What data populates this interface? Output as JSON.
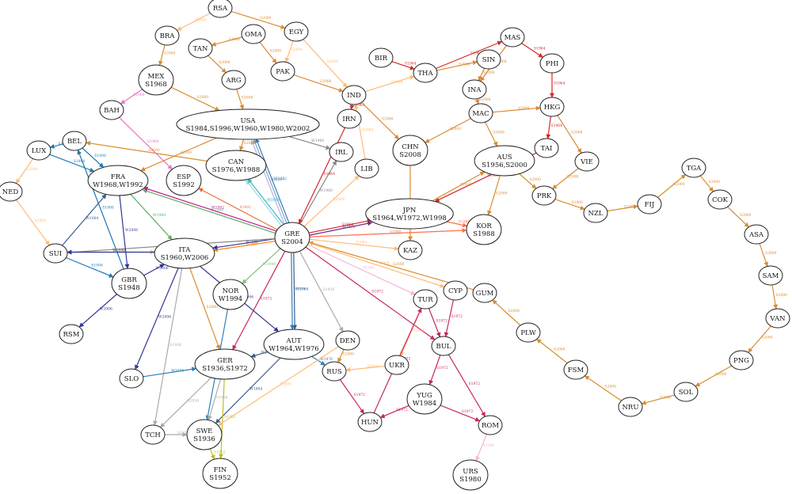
{
  "colors": {
    "S1896": "#bbbbbb",
    "S1904": "#999999",
    "S1908": "#1f77b4",
    "S1912": "#888888",
    "S1920": "#aec7e8",
    "S1924": "#2ca02c",
    "S1928": "#9467bd",
    "S1932": "#8c564b",
    "S1936": "#aaaaaa",
    "S1948": "#17becf",
    "S1952": "#bcbd22",
    "S1956": "#ff9896",
    "S1960": "#ff7f0e",
    "S1964": "#d62728",
    "S1968": "#e377c2",
    "S1972": "#c7285c",
    "S1976": "#9edae5",
    "S1980": "#f7b6d2",
    "S1984": "#c49c94",
    "S1988": "#ff6d4d",
    "S1992": "#e5733b",
    "S1996": "#c5b0d5",
    "S2000": "#d98c2e",
    "S2004": "#ffbb78",
    "S2008": "#dd8833",
    "W1924": "#2166ac",
    "W1928": "#4393c3",
    "W1948": "#5e3c99",
    "W1956": "#1b7837",
    "W1964": "#3b5b8c",
    "W1968": "#5aae61",
    "W1972": "#762a83",
    "W1976": "#2c7fb8",
    "W1980": "#6baed6",
    "W1984": "#253494",
    "W1988": "#41b6c4",
    "W1992": "#c51b8a",
    "W1994": "#7fbf7b",
    "W1998": "#4d9221",
    "W2002": "#4575b4",
    "W2006": "#313695",
    "W2010": "#74add1",
    "default": "#888888"
  },
  "nodes": [
    {
      "id": "GRE",
      "lines": [
        "GRE",
        "S2004"
      ]
    },
    {
      "id": "USA",
      "lines": [
        "USA",
        "S1984,S1996,W1960,W1980,W2002"
      ]
    },
    {
      "id": "FRA",
      "lines": [
        "FRA",
        "W1968,W1992"
      ]
    },
    {
      "id": "ITA",
      "lines": [
        "ITA",
        "S1960,W2006"
      ]
    },
    {
      "id": "CAN",
      "lines": [
        "CAN",
        "S1976,W1988"
      ]
    },
    {
      "id": "ESP",
      "lines": [
        "ESP",
        "S1992"
      ]
    },
    {
      "id": "JPN",
      "lines": [
        "JPN",
        "S1964,W1972,W1998"
      ]
    },
    {
      "id": "AUS",
      "lines": [
        "AUS",
        "S1956,S2000"
      ]
    },
    {
      "id": "KOR",
      "lines": [
        "KOR",
        "S1988"
      ]
    },
    {
      "id": "CHN",
      "lines": [
        "CHN",
        "S2008"
      ]
    },
    {
      "id": "MEX",
      "lines": [
        "MEX",
        "S1968"
      ]
    },
    {
      "id": "GBR",
      "lines": [
        "GBR",
        "S1948"
      ]
    },
    {
      "id": "NOR",
      "lines": [
        "NOR",
        "W1994"
      ]
    },
    {
      "id": "AUT",
      "lines": [
        "AUT",
        "W1964,W1976"
      ]
    },
    {
      "id": "GER",
      "lines": [
        "GER",
        "S1936,S1972"
      ]
    },
    {
      "id": "SWE",
      "lines": [
        "SWE",
        "S1936"
      ]
    },
    {
      "id": "FIN",
      "lines": [
        "FIN",
        "S1952"
      ]
    },
    {
      "id": "YUG",
      "lines": [
        "YUG",
        "W1984"
      ]
    },
    {
      "id": "URS",
      "lines": [
        "URS",
        "S1980"
      ]
    },
    {
      "id": "RSA",
      "lines": [
        "RSA"
      ]
    },
    {
      "id": "BRA",
      "lines": [
        "BRA"
      ]
    },
    {
      "id": "EGY",
      "lines": [
        "EGY"
      ]
    },
    {
      "id": "OMA",
      "lines": [
        "OMA"
      ]
    },
    {
      "id": "TAN",
      "lines": [
        "TAN"
      ]
    },
    {
      "id": "PAK",
      "lines": [
        "PAK"
      ]
    },
    {
      "id": "ARG",
      "lines": [
        "ARG"
      ]
    },
    {
      "id": "BAH",
      "lines": [
        "BAH"
      ]
    },
    {
      "id": "IND",
      "lines": [
        "IND"
      ]
    },
    {
      "id": "BIR",
      "lines": [
        "BIR"
      ]
    },
    {
      "id": "THA",
      "lines": [
        "THA"
      ]
    },
    {
      "id": "MAS",
      "lines": [
        "MAS"
      ]
    },
    {
      "id": "PHI",
      "lines": [
        "PHI"
      ]
    },
    {
      "id": "SIN",
      "lines": [
        "SIN"
      ]
    },
    {
      "id": "INA",
      "lines": [
        "INA"
      ]
    },
    {
      "id": "HKG",
      "lines": [
        "HKG"
      ]
    },
    {
      "id": "MAC",
      "lines": [
        "MAC"
      ]
    },
    {
      "id": "TAI",
      "lines": [
        "TAI"
      ]
    },
    {
      "id": "VIE",
      "lines": [
        "VIE"
      ]
    },
    {
      "id": "IRN",
      "lines": [
        "IRN"
      ]
    },
    {
      "id": "IRL",
      "lines": [
        "IRL"
      ]
    },
    {
      "id": "LIB",
      "lines": [
        "LIB"
      ]
    },
    {
      "id": "BEL",
      "lines": [
        "BEL"
      ]
    },
    {
      "id": "LUX",
      "lines": [
        "LUX"
      ]
    },
    {
      "id": "NED",
      "lines": [
        "NED"
      ]
    },
    {
      "id": "SUI",
      "lines": [
        "SUI"
      ]
    },
    {
      "id": "KAZ",
      "lines": [
        "KAZ"
      ]
    },
    {
      "id": "PRK",
      "lines": [
        "PRK"
      ]
    },
    {
      "id": "NZL",
      "lines": [
        "NZL"
      ]
    },
    {
      "id": "FIJ",
      "lines": [
        "FIJ"
      ]
    },
    {
      "id": "TGA",
      "lines": [
        "TGA"
      ]
    },
    {
      "id": "COK",
      "lines": [
        "COK"
      ]
    },
    {
      "id": "ASA",
      "lines": [
        "ASA"
      ]
    },
    {
      "id": "SAM",
      "lines": [
        "SAM"
      ]
    },
    {
      "id": "VAN",
      "lines": [
        "VAN"
      ]
    },
    {
      "id": "PNG",
      "lines": [
        "PNG"
      ]
    },
    {
      "id": "SOL",
      "lines": [
        "SOL"
      ]
    },
    {
      "id": "NRU",
      "lines": [
        "NRU"
      ]
    },
    {
      "id": "FSM",
      "lines": [
        "FSM"
      ]
    },
    {
      "id": "PLW",
      "lines": [
        "PLW"
      ]
    },
    {
      "id": "GUM",
      "lines": [
        "GUM"
      ]
    },
    {
      "id": "CYP",
      "lines": [
        "CYP"
      ]
    },
    {
      "id": "TUR",
      "lines": [
        "TUR"
      ]
    },
    {
      "id": "BUL",
      "lines": [
        "BUL"
      ]
    },
    {
      "id": "UKR",
      "lines": [
        "UKR"
      ]
    },
    {
      "id": "ROM",
      "lines": [
        "ROM"
      ]
    },
    {
      "id": "HUN",
      "lines": [
        "HUN"
      ]
    },
    {
      "id": "RUS",
      "lines": [
        "RUS"
      ]
    },
    {
      "id": "DEN",
      "lines": [
        "DEN"
      ]
    },
    {
      "id": "SLO",
      "lines": [
        "SLO"
      ]
    },
    {
      "id": "RSM",
      "lines": [
        "RSM"
      ]
    },
    {
      "id": "TCH",
      "lines": [
        "TCH"
      ]
    }
  ],
  "edges": [
    {
      "from": "RSA",
      "to": "BRA",
      "label": "S2004"
    },
    {
      "from": "RSA",
      "to": "EGY",
      "label": "S2000"
    },
    {
      "from": "BRA",
      "to": "MEX",
      "label": "S2000"
    },
    {
      "from": "OMA",
      "to": "TAN",
      "label": "S2008"
    },
    {
      "from": "EGY",
      "to": "PAK",
      "label": "S2004"
    },
    {
      "from": "EGY",
      "to": "IND",
      "label": "S2004"
    },
    {
      "from": "OMA",
      "to": "PAK",
      "label": "S2008"
    },
    {
      "from": "TAN",
      "to": "ARG",
      "label": "S2008"
    },
    {
      "from": "ARG",
      "to": "USA",
      "label": "S2000"
    },
    {
      "from": "MEX",
      "to": "BAH",
      "label": "S1968"
    },
    {
      "from": "MEX",
      "to": "USA",
      "label": "S2000"
    },
    {
      "from": "PAK",
      "to": "IND",
      "label": "S2008"
    },
    {
      "from": "IND",
      "to": "THA",
      "label": "S2004"
    },
    {
      "from": "BIR",
      "to": "THA",
      "label": "S1964"
    },
    {
      "from": "IND",
      "to": "IRN",
      "label": "S1964"
    },
    {
      "from": "IND",
      "to": "CHN",
      "label": "S2008"
    },
    {
      "from": "THA",
      "to": "MAS",
      "label": "S1964"
    },
    {
      "from": "THA",
      "to": "SIN",
      "label": "S2008"
    },
    {
      "from": "MAS",
      "to": "PHI",
      "label": "S1964"
    },
    {
      "from": "MAS",
      "to": "INA",
      "label": "S2008"
    },
    {
      "from": "PHI",
      "to": "HKG",
      "label": "S1964"
    },
    {
      "from": "SIN",
      "to": "INA",
      "label": "S2008"
    },
    {
      "from": "INA",
      "to": "MAC",
      "label": "S2008"
    },
    {
      "from": "MAC",
      "to": "HKG",
      "label": "S2008"
    },
    {
      "from": "HKG",
      "to": "TAI",
      "label": "S1964"
    },
    {
      "from": "HKG",
      "to": "VIE",
      "label": "S2008"
    },
    {
      "from": "MAC",
      "to": "CHN",
      "label": "S2008"
    },
    {
      "from": "MAC",
      "to": "AUS",
      "label": "S2000"
    },
    {
      "from": "TAI",
      "to": "JPN",
      "label": "S1964"
    },
    {
      "from": "VIE",
      "to": "PRK",
      "label": "S2008"
    },
    {
      "from": "AUS",
      "to": "PRK",
      "label": "S2000"
    },
    {
      "from": "AUS",
      "to": "KOR",
      "label": "S2000"
    },
    {
      "from": "PRK",
      "to": "NZL",
      "label": "S2000"
    },
    {
      "from": "NZL",
      "to": "FIJ",
      "label": "S2000"
    },
    {
      "from": "FIJ",
      "to": "TGA",
      "label": "S2000"
    },
    {
      "from": "TGA",
      "to": "COK",
      "label": "S2000"
    },
    {
      "from": "COK",
      "to": "ASA",
      "label": "S2000"
    },
    {
      "from": "ASA",
      "to": "SAM",
      "label": "S2000"
    },
    {
      "from": "SAM",
      "to": "VAN",
      "label": "S2000"
    },
    {
      "from": "VAN",
      "to": "PNG",
      "label": "S2000"
    },
    {
      "from": "PNG",
      "to": "SOL",
      "label": "S2000"
    },
    {
      "from": "SOL",
      "to": "NRU",
      "label": "S2000"
    },
    {
      "from": "NRU",
      "to": "FSM",
      "label": "S2000"
    },
    {
      "from": "FSM",
      "to": "PLW",
      "label": "S2000"
    },
    {
      "from": "PLW",
      "to": "GUM",
      "label": "S2000"
    },
    {
      "from": "GUM",
      "to": "GRE",
      "label": "S2000"
    },
    {
      "from": "GRE",
      "to": "USA",
      "label": "S1996"
    },
    {
      "from": "GRE",
      "to": "USA",
      "label": "W1980"
    },
    {
      "from": "GRE",
      "to": "USA",
      "label": "W2002"
    },
    {
      "from": "GRE",
      "to": "CAN",
      "label": "S1976"
    },
    {
      "from": "GRE",
      "to": "CAN",
      "label": "W1988"
    },
    {
      "from": "GRE",
      "to": "ESP",
      "label": "S1992"
    },
    {
      "from": "GRE",
      "to": "FRA",
      "label": "W1968"
    },
    {
      "from": "GRE",
      "to": "FRA",
      "label": "W1992"
    },
    {
      "from": "GRE",
      "to": "ITA",
      "label": "S1960"
    },
    {
      "from": "GRE",
      "to": "ITA",
      "label": "W2006"
    },
    {
      "from": "GRE",
      "to": "JPN",
      "label": "S1964"
    },
    {
      "from": "GRE",
      "to": "JPN",
      "label": "W1972"
    },
    {
      "from": "GRE",
      "to": "KOR",
      "label": "S1988"
    },
    {
      "from": "GRE",
      "to": "AUT",
      "label": "W1964"
    },
    {
      "from": "GRE",
      "to": "AUT",
      "label": "W1976"
    },
    {
      "from": "GRE",
      "to": "NOR",
      "label": "W1994"
    },
    {
      "from": "GRE",
      "to": "GER",
      "label": "S1972"
    },
    {
      "from": "GRE",
      "to": "DEN",
      "label": "S1936"
    },
    {
      "from": "GRE",
      "to": "TUR",
      "label": "S1980"
    },
    {
      "from": "GRE",
      "to": "BUL",
      "label": "S1972"
    },
    {
      "from": "GRE",
      "to": "CYP",
      "label": "S2004"
    },
    {
      "from": "GRE",
      "to": "IRL",
      "label": "W1960"
    },
    {
      "from": "GRE",
      "to": "LIB",
      "label": "S2004"
    },
    {
      "from": "GRE",
      "to": "SUI",
      "label": "S1912"
    },
    {
      "from": "GRE",
      "to": "KAZ",
      "label": "S2004"
    },
    {
      "from": "USA",
      "to": "CAN",
      "label": "S2000"
    },
    {
      "from": "USA",
      "to": "IRL",
      "label": "W1960"
    },
    {
      "from": "CAN",
      "to": "BEL",
      "label": "S2000"
    },
    {
      "from": "BAH",
      "to": "ESP",
      "label": "S1968"
    },
    {
      "from": "BEL",
      "to": "LUX",
      "label": "S1908"
    },
    {
      "from": "BEL",
      "to": "FRA",
      "label": "S1908"
    },
    {
      "from": "LUX",
      "to": "FRA",
      "label": "S1908"
    },
    {
      "from": "LUX",
      "to": "NED",
      "label": "S2004"
    },
    {
      "from": "NED",
      "to": "SUI",
      "label": "S2004"
    },
    {
      "from": "SUI",
      "to": "ITA",
      "label": "S2004"
    },
    {
      "from": "SUI",
      "to": "FRA",
      "label": "W1964"
    },
    {
      "from": "SUI",
      "to": "GBR",
      "label": "S1908"
    },
    {
      "from": "FRA",
      "to": "ITA",
      "label": "W1968"
    },
    {
      "from": "FRA",
      "to": "GBR",
      "label": "W2006"
    },
    {
      "from": "GBR",
      "to": "ITA",
      "label": "W2006"
    },
    {
      "from": "GBR",
      "to": "RSM",
      "label": "W2006"
    },
    {
      "from": "ITA",
      "to": "SUI",
      "label": "W2006"
    },
    {
      "from": "ITA",
      "to": "SLO",
      "label": "W2006"
    },
    {
      "from": "ITA",
      "to": "GER",
      "label": "S2000"
    },
    {
      "from": "ITA",
      "to": "AUT",
      "label": "W2006"
    },
    {
      "from": "NOR",
      "to": "SWE",
      "label": "W1976"
    },
    {
      "from": "ITA",
      "to": "TCH",
      "label": "S1936"
    },
    {
      "from": "SLO",
      "to": "GER",
      "label": "W1976"
    },
    {
      "from": "AUT",
      "to": "GER",
      "label": "W1964"
    },
    {
      "from": "AUT",
      "to": "SWE",
      "label": "W1964"
    },
    {
      "from": "AUT",
      "to": "RUS",
      "label": "W1976"
    },
    {
      "from": "GER",
      "to": "SWE",
      "label": "S1936"
    },
    {
      "from": "GER",
      "to": "TCH",
      "label": "S1936"
    },
    {
      "from": "GER",
      "to": "FIN",
      "label": "S1952"
    },
    {
      "from": "SWE",
      "to": "FIN",
      "label": "S1952"
    },
    {
      "from": "TCH",
      "to": "SWE",
      "label": "S1936"
    },
    {
      "from": "DEN",
      "to": "RUS",
      "label": "S2000"
    },
    {
      "from": "DEN",
      "to": "SWE",
      "label": "S2004"
    },
    {
      "from": "RUS",
      "to": "HUN",
      "label": "S1972"
    },
    {
      "from": "UKR",
      "to": "RUS",
      "label": "S2004"
    },
    {
      "from": "TUR",
      "to": "BUL",
      "label": "S1972"
    },
    {
      "from": "TUR",
      "to": "UKR",
      "label": "S2004"
    },
    {
      "from": "CYP",
      "to": "BUL",
      "label": "S1972"
    },
    {
      "from": "BUL",
      "to": "YUG",
      "label": "S1972"
    },
    {
      "from": "BUL",
      "to": "ROM",
      "label": "S1972"
    },
    {
      "from": "YUG",
      "to": "HUN",
      "label": "S1972"
    },
    {
      "from": "YUG",
      "to": "ROM",
      "label": "S1972"
    },
    {
      "from": "ROM",
      "to": "URS",
      "label": "S1980"
    },
    {
      "from": "HUN",
      "to": "TUR",
      "label": "S1972"
    },
    {
      "from": "CHN",
      "to": "KAZ",
      "label": "S2008"
    },
    {
      "from": "JPN",
      "to": "KOR",
      "label": "S1988"
    },
    {
      "from": "JPN",
      "to": "AUS",
      "label": "S2000"
    },
    {
      "from": "LIB",
      "to": "IND",
      "label": "S2004"
    },
    {
      "from": "IRN",
      "to": "GRE",
      "label": "S1964"
    },
    {
      "from": "GBR",
      "to": "BEL",
      "label": "S1908"
    },
    {
      "from": "USA",
      "to": "FRA",
      "label": "S2000"
    }
  ]
}
